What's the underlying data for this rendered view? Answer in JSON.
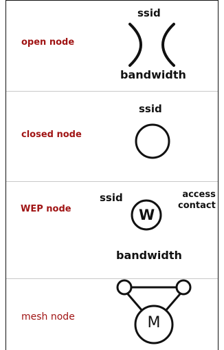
{
  "rows": [
    {
      "label": "open node",
      "top_text": "ssid",
      "bottom_text": "bandwidth"
    },
    {
      "label": "closed node",
      "top_text": "ssid"
    },
    {
      "label": "WEP node",
      "left_text": "ssid",
      "right_text": "access\ncontact",
      "symbol_letter": "W",
      "bottom_text": "bandwidth"
    },
    {
      "label": "mesh node",
      "symbol_letter": "M"
    }
  ],
  "colors": {
    "label": "#a01414",
    "symbol": "#111111",
    "divider": "#c8c8c8"
  }
}
